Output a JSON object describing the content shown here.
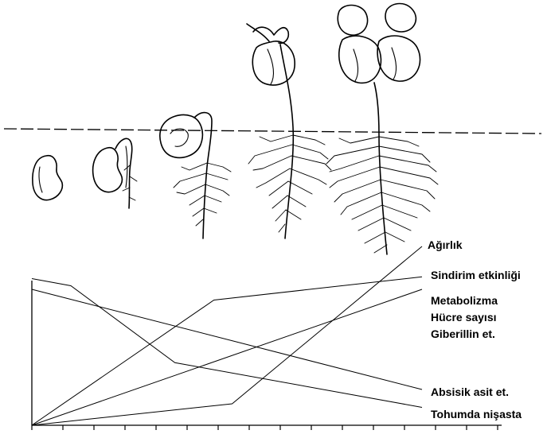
{
  "series_labels": {
    "agirlik": "Ağırlık",
    "sindirim": "Sindirim etkinliği",
    "metabolizma": "Metabolizma",
    "hucre": "Hücre sayısı",
    "giberillin": "Giberillin et.",
    "absisik": "Absisik asit et.",
    "nisasta": "Tohumda nişasta"
  },
  "icons": [
    "seed-icon",
    "germinating-seed-icon",
    "seedling-hook-icon",
    "young-plant-icon",
    "mature-plant-icon"
  ],
  "chart_data": {
    "type": "line",
    "title": "",
    "xlabel": "",
    "ylabel": "",
    "x": [
      0,
      1,
      2,
      3,
      4,
      5,
      6,
      7,
      8,
      9,
      10,
      11,
      12,
      13,
      14,
      15
    ],
    "grid": false,
    "legend": "none",
    "series": [
      {
        "name": "Ağırlık",
        "points": [
          [
            0,
            0.0
          ],
          [
            7.7,
            0.12
          ],
          [
            15,
            1.0
          ]
        ]
      },
      {
        "name": "Sindirim etkinliği",
        "points": [
          [
            0,
            0.0
          ],
          [
            7,
            0.7
          ],
          [
            15,
            0.83
          ]
        ]
      },
      {
        "name": "Metabolizma Hücre sayısı Giberillin et.",
        "points": [
          [
            0,
            0.0
          ],
          [
            15,
            0.76
          ]
        ]
      },
      {
        "name": "Absisik asit et.",
        "points": [
          [
            0,
            0.76
          ],
          [
            15,
            0.2
          ]
        ]
      },
      {
        "name": "Tohumda nişasta",
        "points": [
          [
            0,
            0.82
          ],
          [
            1.5,
            0.78
          ],
          [
            5.5,
            0.35
          ],
          [
            15,
            0.1
          ]
        ]
      }
    ]
  }
}
